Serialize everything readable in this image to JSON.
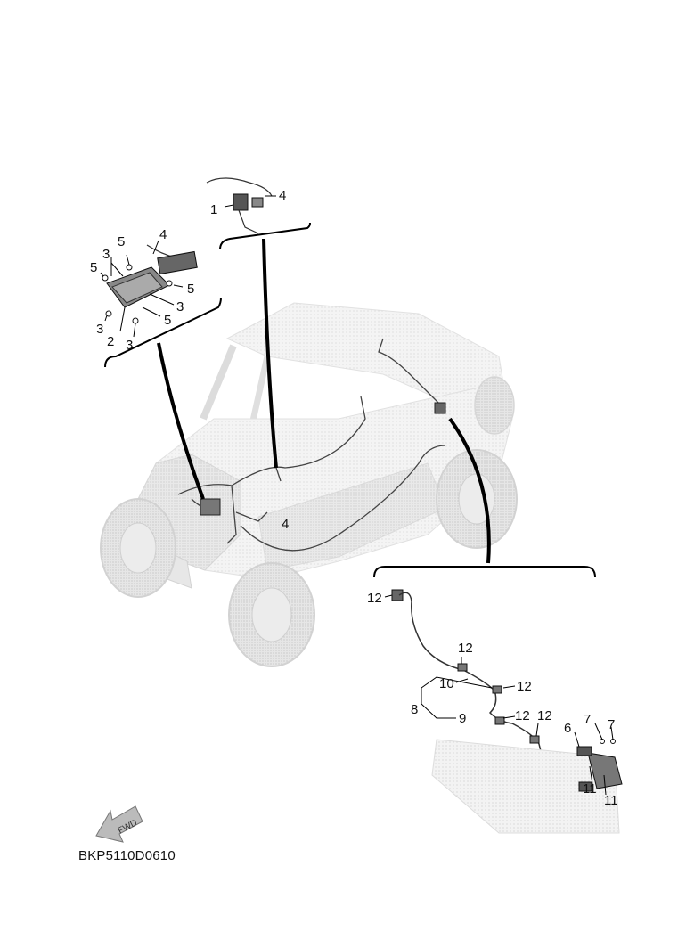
{
  "callouts": {
    "c1": "1",
    "c2": "2",
    "c3": "3",
    "c4": "4",
    "c5": "5",
    "c6": "6",
    "c7": "7",
    "c8": "8",
    "c9": "9",
    "c10": "10",
    "c11": "11",
    "c12": "12"
  },
  "fwd_label": "FWD",
  "diagram_code": "BKP5110D0610"
}
